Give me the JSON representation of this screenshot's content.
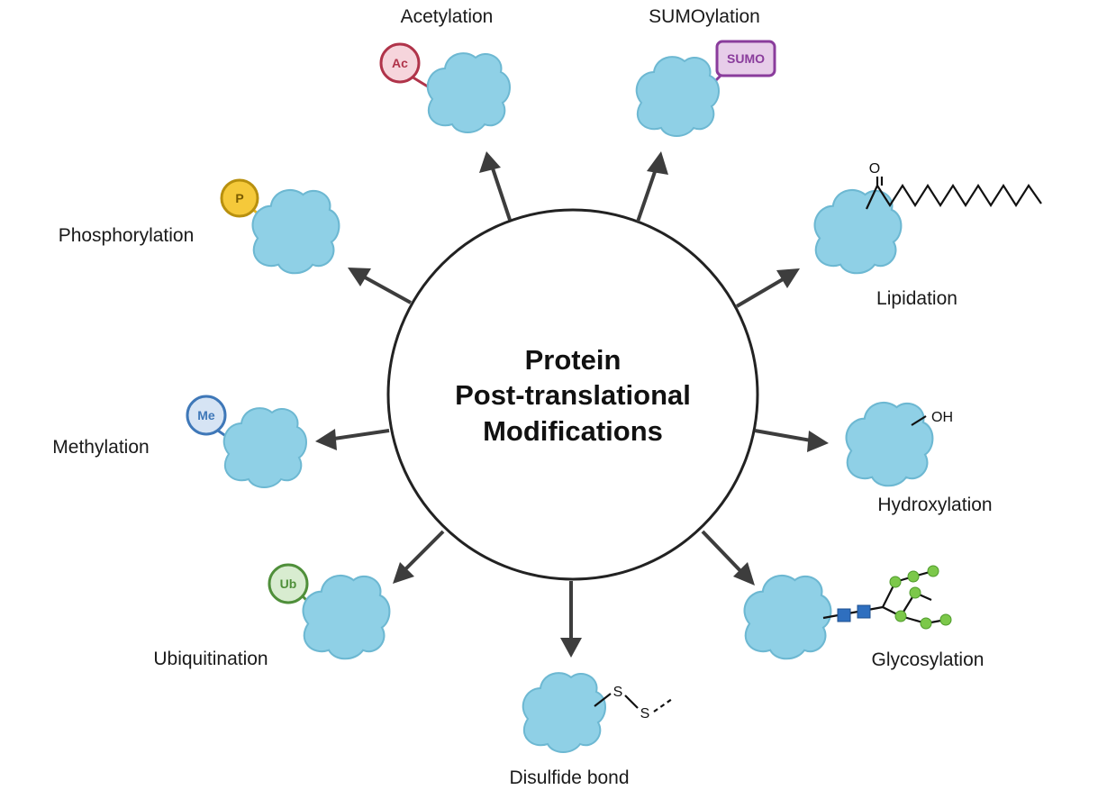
{
  "center": {
    "lines": [
      "Protein",
      "Post-translational",
      "Modifications"
    ]
  },
  "colors": {
    "protein_fill": "#8fd0e6",
    "protein_stroke": "#6db8d2",
    "arrow": "#3d3d3d",
    "ac": "#b0344a",
    "sumo": "#8a3c9c",
    "phospho": "#e8b820",
    "methyl": "#3f78b8",
    "ubiq": "#4f8f3a",
    "glycan_green": "#7cc84a",
    "glycan_blue": "#2f6fbf"
  },
  "modifications": [
    {
      "id": "acetylation",
      "label": "Acetylation",
      "tag": "Ac",
      "icon": "acetyl-tag-icon"
    },
    {
      "id": "sumoylation",
      "label": "SUMOylation",
      "tag": "SUMO",
      "icon": "sumo-tag-icon"
    },
    {
      "id": "lipidation",
      "label": "Lipidation",
      "tag": "O",
      "icon": "fatty-acid-chain-icon"
    },
    {
      "id": "hydroxylation",
      "label": "Hydroxylation",
      "tag": "OH",
      "icon": "hydroxyl-group-icon"
    },
    {
      "id": "glycosylation",
      "label": "Glycosylation",
      "tag": "",
      "icon": "glycan-tree-icon"
    },
    {
      "id": "disulfide",
      "label": "Disulfide bond",
      "tag": "S",
      "icon": "disulfide-bond-icon"
    },
    {
      "id": "ubiquitination",
      "label": "Ubiquitination",
      "tag": "Ub",
      "icon": "ubiquitin-tag-icon"
    },
    {
      "id": "methylation",
      "label": "Methylation",
      "tag": "Me",
      "icon": "methyl-tag-icon"
    },
    {
      "id": "phosphorylation",
      "label": "Phosphorylation",
      "tag": "P",
      "icon": "phosphate-tag-icon"
    }
  ]
}
